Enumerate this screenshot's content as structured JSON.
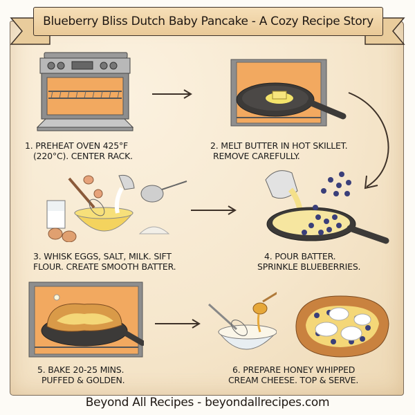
{
  "title": "Blueberry Bliss Dutch Baby Pancake - A Cozy Recipe Story",
  "steps": [
    {
      "number": "1",
      "line1": "1. PREHEAT OVEN 425°F",
      "line2": "(220°C). CENTER RACK.",
      "illustration": "oven-open-icon"
    },
    {
      "number": "2",
      "line1": "2. MELT BUTTER IN HOT SKILLET.",
      "line2": "REMOVE CAREFULLY.",
      "illustration": "skillet-butter-in-oven-icon"
    },
    {
      "number": "3",
      "line1": "3. WHISK EGGS, SALT, MILK. SIFT",
      "line2": "FLOUR. CREATE SMOOTH BATTER.",
      "illustration": "mixing-bowl-ingredients-icon"
    },
    {
      "number": "4",
      "line1": "4. POUR BATTER.",
      "line2": "SPRINKLE BLUEBERRIES.",
      "illustration": "skillet-batter-blueberries-icon"
    },
    {
      "number": "5",
      "line1": "5. BAKE 20-25 MINS.",
      "line2": "PUFFED & GOLDEN.",
      "illustration": "dutch-baby-baking-icon"
    },
    {
      "number": "6",
      "line1": "6. PREPARE HONEY WHIPPED",
      "line2": "CREAM CHEESE. TOP & SERVE.",
      "illustration": "finished-pancake-icon"
    }
  ],
  "footer": "Beyond All Recipes - beyondallrecipes.com",
  "colors": {
    "paper": "#f6e7cd",
    "banner": "#efd3a6",
    "ink": "#1e1712",
    "oven_glow": "#f0a55a",
    "skillet": "#3c3a38",
    "batter": "#f6e08a",
    "blueberry": "#3a3f7a",
    "crust": "#c9823f"
  }
}
